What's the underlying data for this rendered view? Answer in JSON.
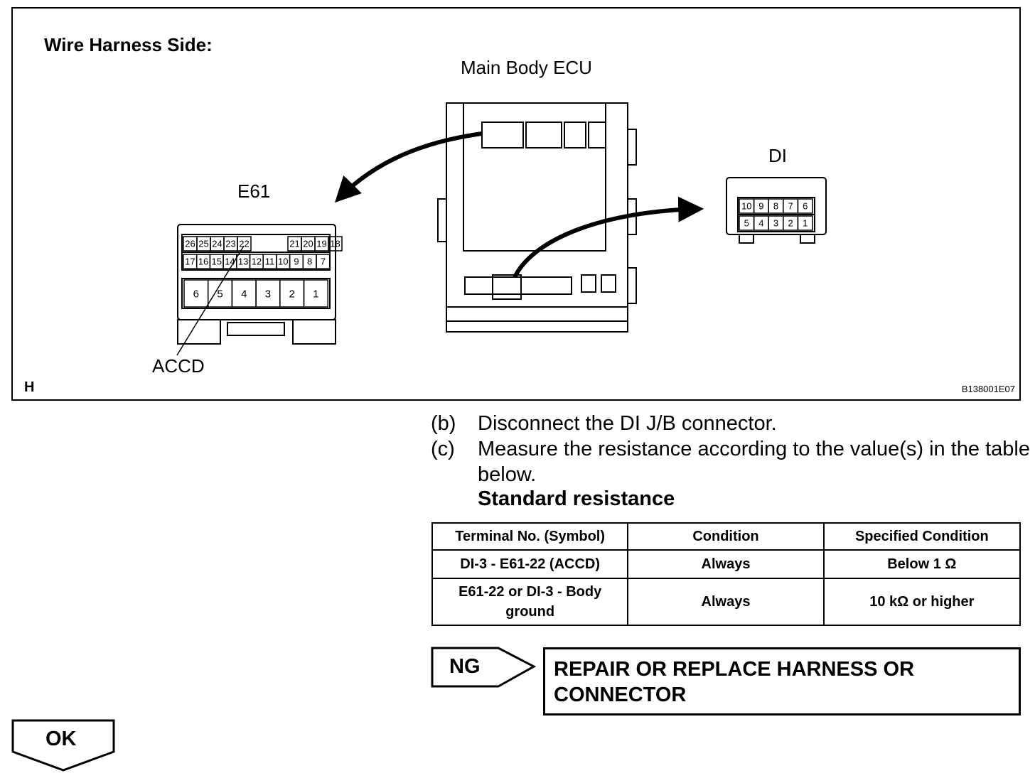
{
  "figure": {
    "title": "Wire Harness Side:",
    "main_label": "Main Body ECU",
    "e61_label": "E61",
    "di_label": "DI",
    "accd_label": "ACCD",
    "letter": "H",
    "code": "B138001E07",
    "e61_pins_row1": [
      "26",
      "25",
      "24",
      "23",
      "22",
      "21",
      "20",
      "19",
      "18"
    ],
    "e61_pins_row2": [
      "17",
      "16",
      "15",
      "14",
      "13",
      "12",
      "11",
      "10",
      "9",
      "8",
      "7"
    ],
    "e61_pins_row3": [
      "6",
      "5",
      "4",
      "3",
      "2",
      "1"
    ],
    "di_pins_row1": [
      "10",
      "9",
      "8",
      "7",
      "6"
    ],
    "di_pins_row2": [
      "5",
      "4",
      "3",
      "2",
      "1"
    ]
  },
  "steps": [
    {
      "marker": "(b)",
      "text": "Disconnect the DI J/B connector."
    },
    {
      "marker": "(c)",
      "text": "Measure the resistance according to the value(s) in the table below."
    }
  ],
  "standard_label": "Standard resistance",
  "table": {
    "headers": [
      "Terminal No. (Symbol)",
      "Condition",
      "Specified Condition"
    ],
    "rows": [
      [
        "DI-3 - E61-22 (ACCD)",
        "Always",
        "Below 1 Ω"
      ],
      [
        "E61-22 or DI-3 - Body ground",
        "Always",
        "10 kΩ or higher"
      ]
    ]
  },
  "ng": {
    "label": "NG",
    "result": "REPAIR OR REPLACE HARNESS OR CONNECTOR"
  },
  "ok": {
    "label": "OK"
  }
}
